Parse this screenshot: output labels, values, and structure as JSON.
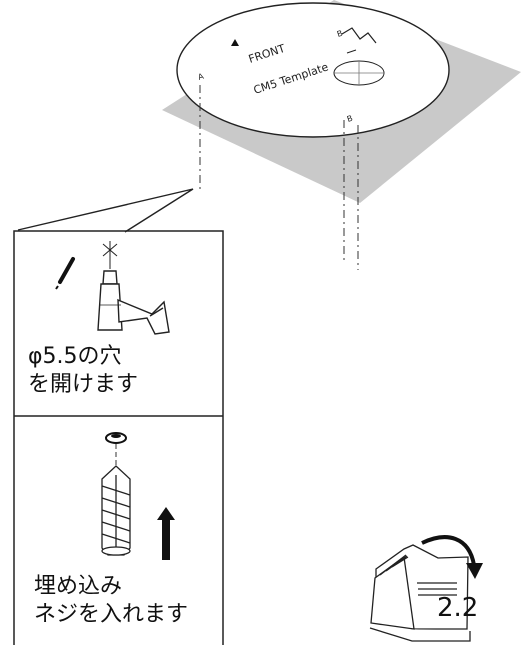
{
  "template": {
    "text_1": "FRONT",
    "text_2": "CM5 Template"
  },
  "steps": [
    {
      "text": "φ5.5の穴\nを開けます"
    },
    {
      "text": "埋め込み\nネジを入れます"
    }
  ],
  "reference": {
    "page": "2.2"
  }
}
